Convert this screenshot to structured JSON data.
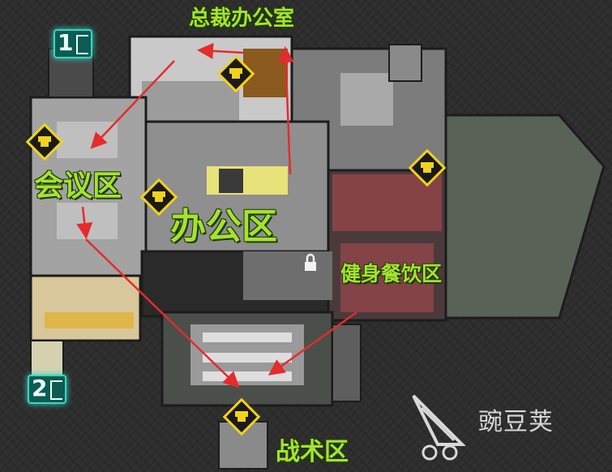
{
  "map": {
    "zones": {
      "ceo_office": "总裁办公室",
      "meeting": "会议区",
      "office": "办公区",
      "gym_dining": "健身餐饮区",
      "tactical": "战术区"
    },
    "exits": {
      "exit_1": "1",
      "exit_2": "2"
    }
  },
  "watermark": {
    "text": "豌豆荚"
  },
  "colors": {
    "label": "#a6e22e",
    "arrow": "#e52b2b",
    "marker": "#f2d21b",
    "exit": "#2dd4bf"
  },
  "icons": [
    "turret-marker-icon",
    "lock-icon",
    "exit-door-icon",
    "watermark-logo-icon"
  ]
}
